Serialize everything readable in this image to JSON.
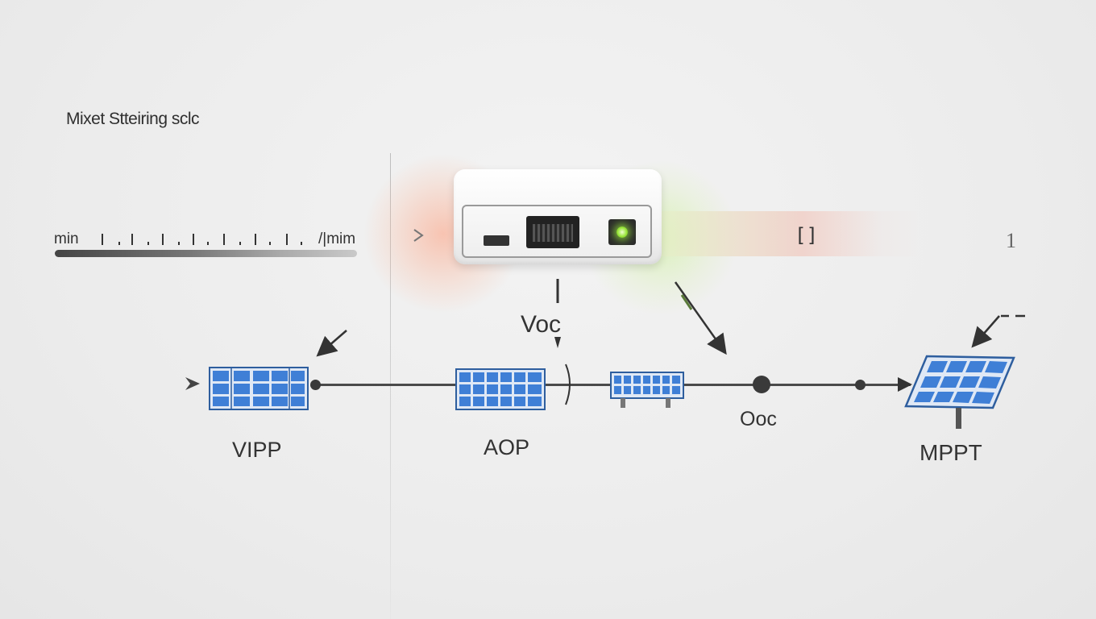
{
  "title": "Mixet Stteiring sclc",
  "scale": {
    "min_label": "min",
    "max_label": "/|mim"
  },
  "device_right_glyph": "[]",
  "right_number": "1",
  "labels": {
    "voc_top": "Voc",
    "left_panel": "VIPP",
    "middle_panel": "AOP",
    "right_node": "Ooc",
    "mppt": "MPPT"
  },
  "colors": {
    "panel_blue": "#3f7fd6",
    "panel_frame": "#2e5e9e",
    "led_green": "#9be63c",
    "glow_red": "#ff8c64",
    "wire": "#4a4a4a"
  },
  "icons": {
    "device": "network-router-icon",
    "panels": "solar-panel-icon",
    "arrows": "arrow-icon"
  }
}
